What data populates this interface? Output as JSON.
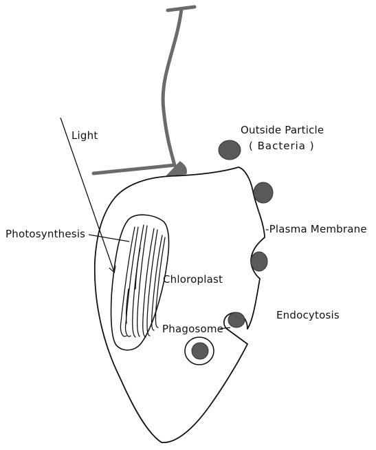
{
  "labels": {
    "light": "Light",
    "outside_particle": "Outside Particle",
    "bacteria": "( Bacteria )",
    "photosynthesis": "Photosynthesis",
    "plasma_membrane": "-Plasma Membrane",
    "chloroplast": "Chloroplast",
    "endocytosis": "Endocytosis",
    "phagosome": "Phagosome"
  },
  "colors": {
    "line": "#111111",
    "particle_fill": "#595959",
    "flagellum": "#6a6a6a"
  }
}
